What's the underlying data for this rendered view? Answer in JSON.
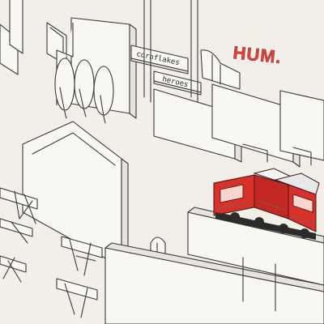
{
  "artwork": {
    "title": "HUM.",
    "signs": [
      "cornflakes",
      "heroes"
    ]
  },
  "colors": {
    "paper": "#f1efe8",
    "ink": "#3a3a3a",
    "title_red": "#e4402f",
    "title_outline": "#2d2f7a",
    "locomotive_red": "#d9302a",
    "locomotive_roof": "#f4f4f4"
  }
}
